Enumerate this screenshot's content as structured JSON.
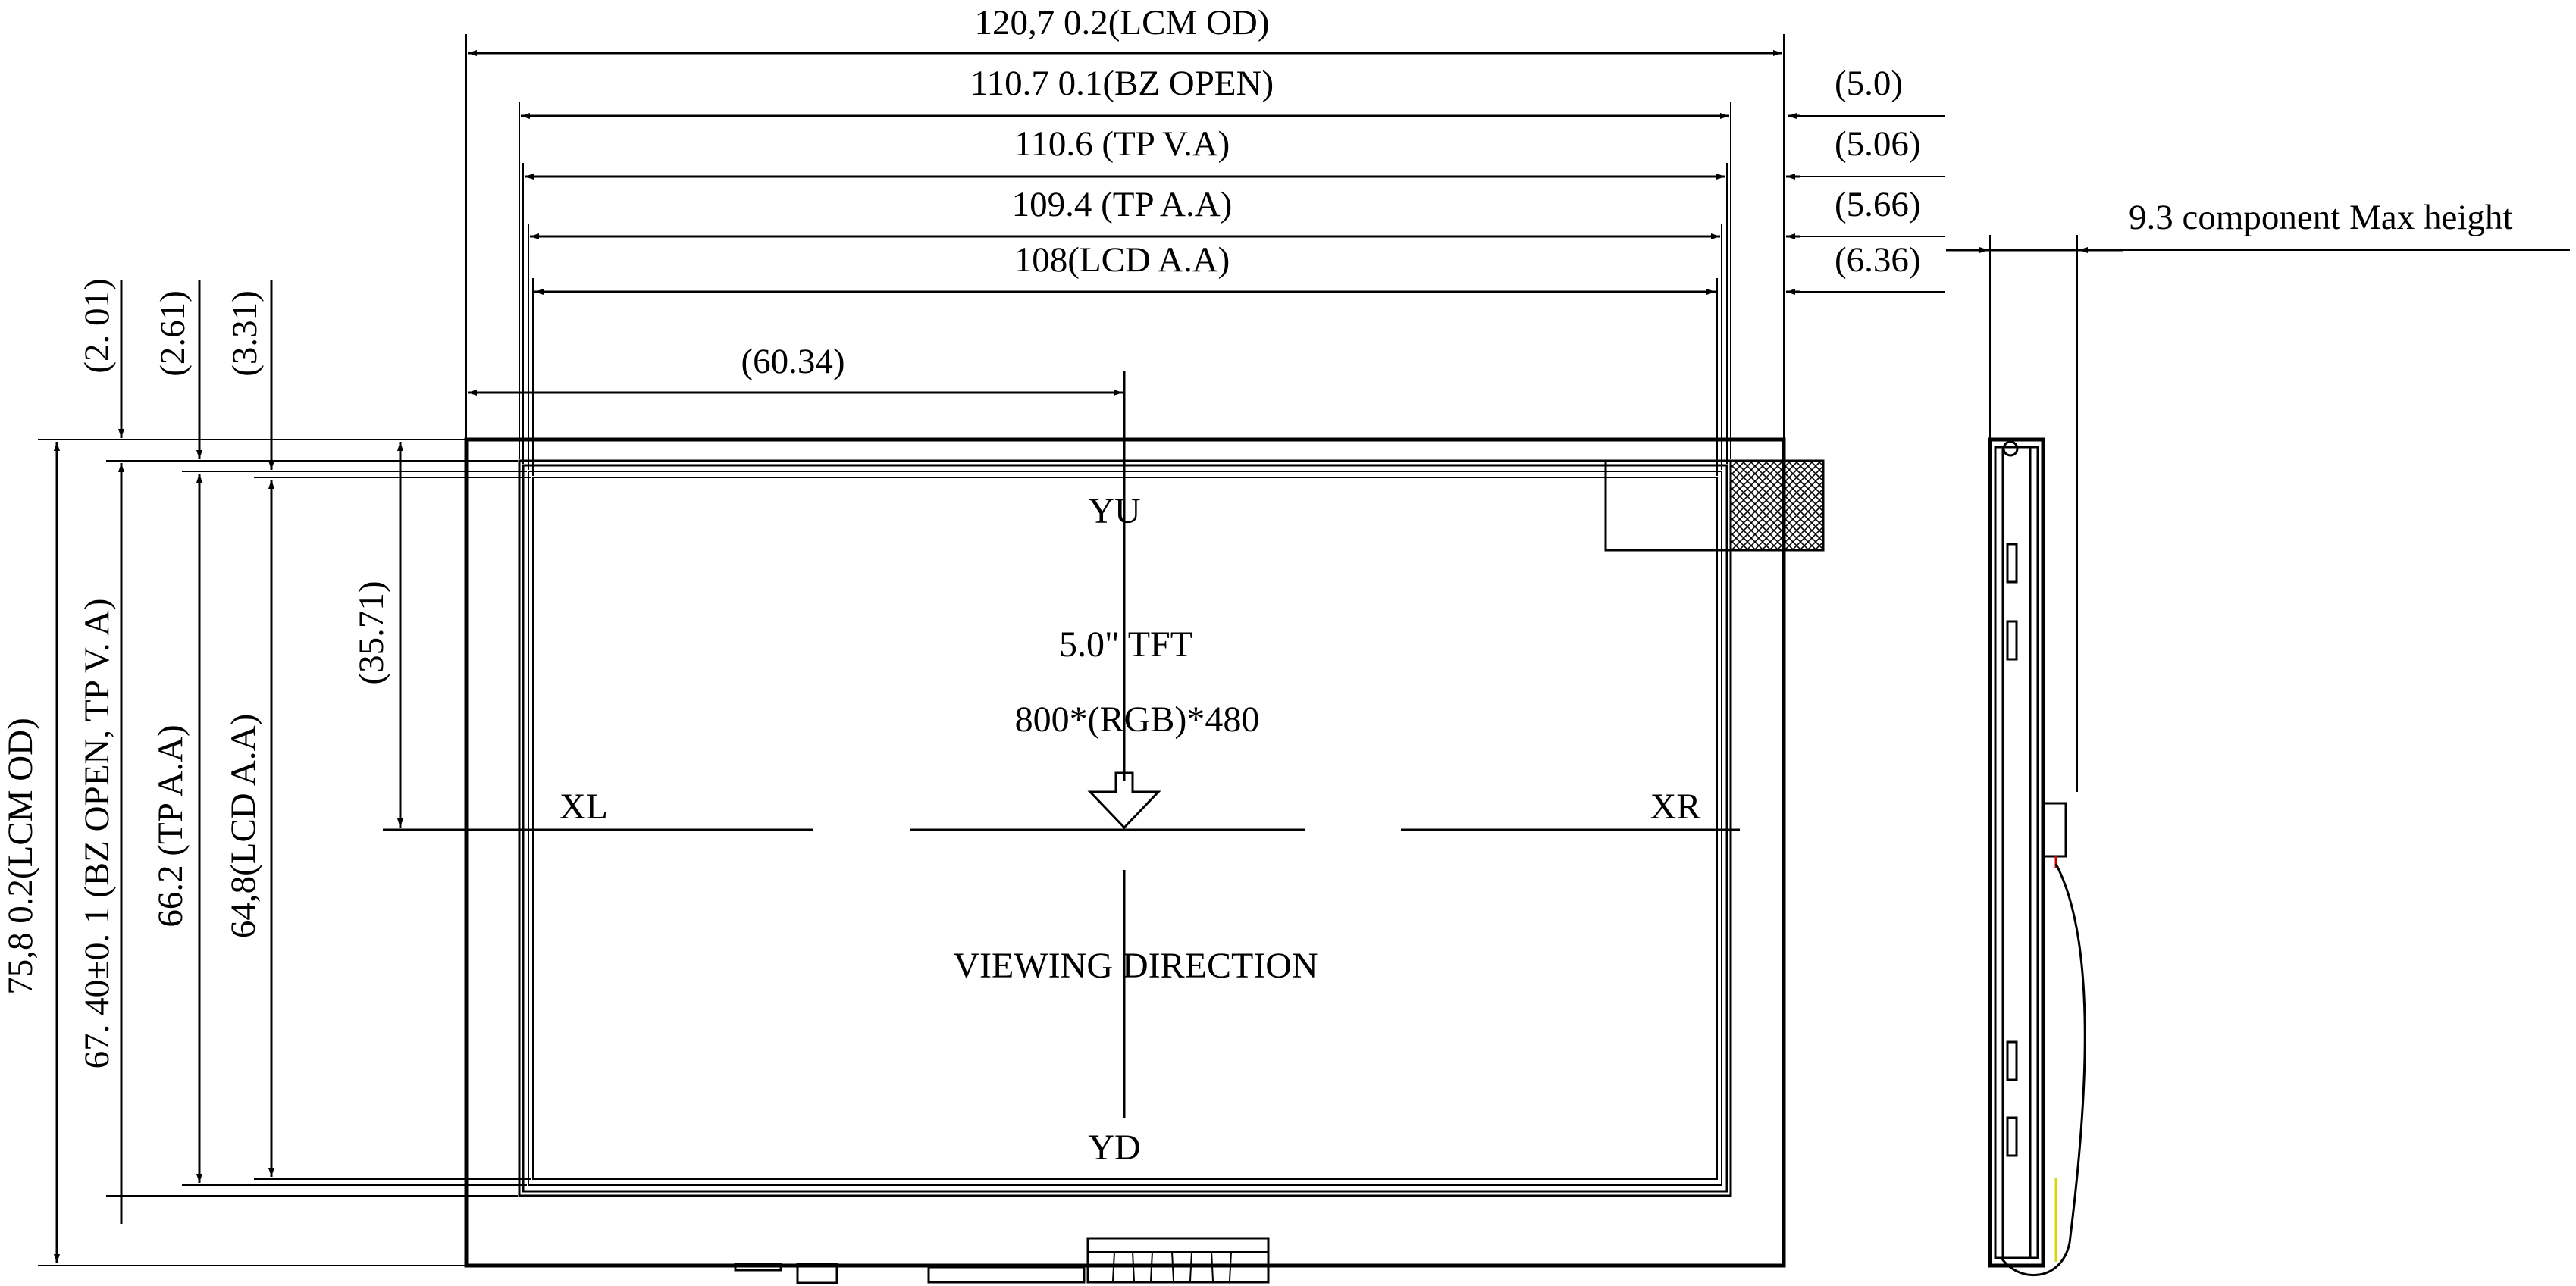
{
  "dimensions": {
    "lcm_od_width": "120,7  0.2(LCM OD)",
    "bz_open_width": "110.7  0.1(BZ OPEN)",
    "tp_va_width": "110.6 (TP V.A)",
    "tp_aa_width": "109.4 (TP A.A)",
    "lcd_aa_width": "108(LCD A.A)",
    "offset_5_0": "(5.0)",
    "offset_5_06": "(5.06)",
    "offset_5_66": "(5.66)",
    "offset_6_36": "(6.36)",
    "component_max_height": "9.3 component Max height",
    "center_x": "(60.34)",
    "center_y": "(35.71)",
    "offset_2_01": "(2. 01)",
    "offset_2_61": "(2.61)",
    "offset_3_31": "(3.31)",
    "lcm_od_height": "75,8  0.2(LCM OD)",
    "bz_open_height": "67. 40±0. 1 (BZ  OPEN, TP    V. A)",
    "tp_aa_height": "66.2 (TP A.A)",
    "lcd_aa_height": "64,8(LCD A.A)"
  },
  "labels": {
    "yu": "YU",
    "yd": "YD",
    "xl": "XL",
    "xr": "XR",
    "panel_type": "5.0\" TFT",
    "resolution": "800*(RGB)*480",
    "viewing_direction": "VIEWING DIRECTION"
  }
}
